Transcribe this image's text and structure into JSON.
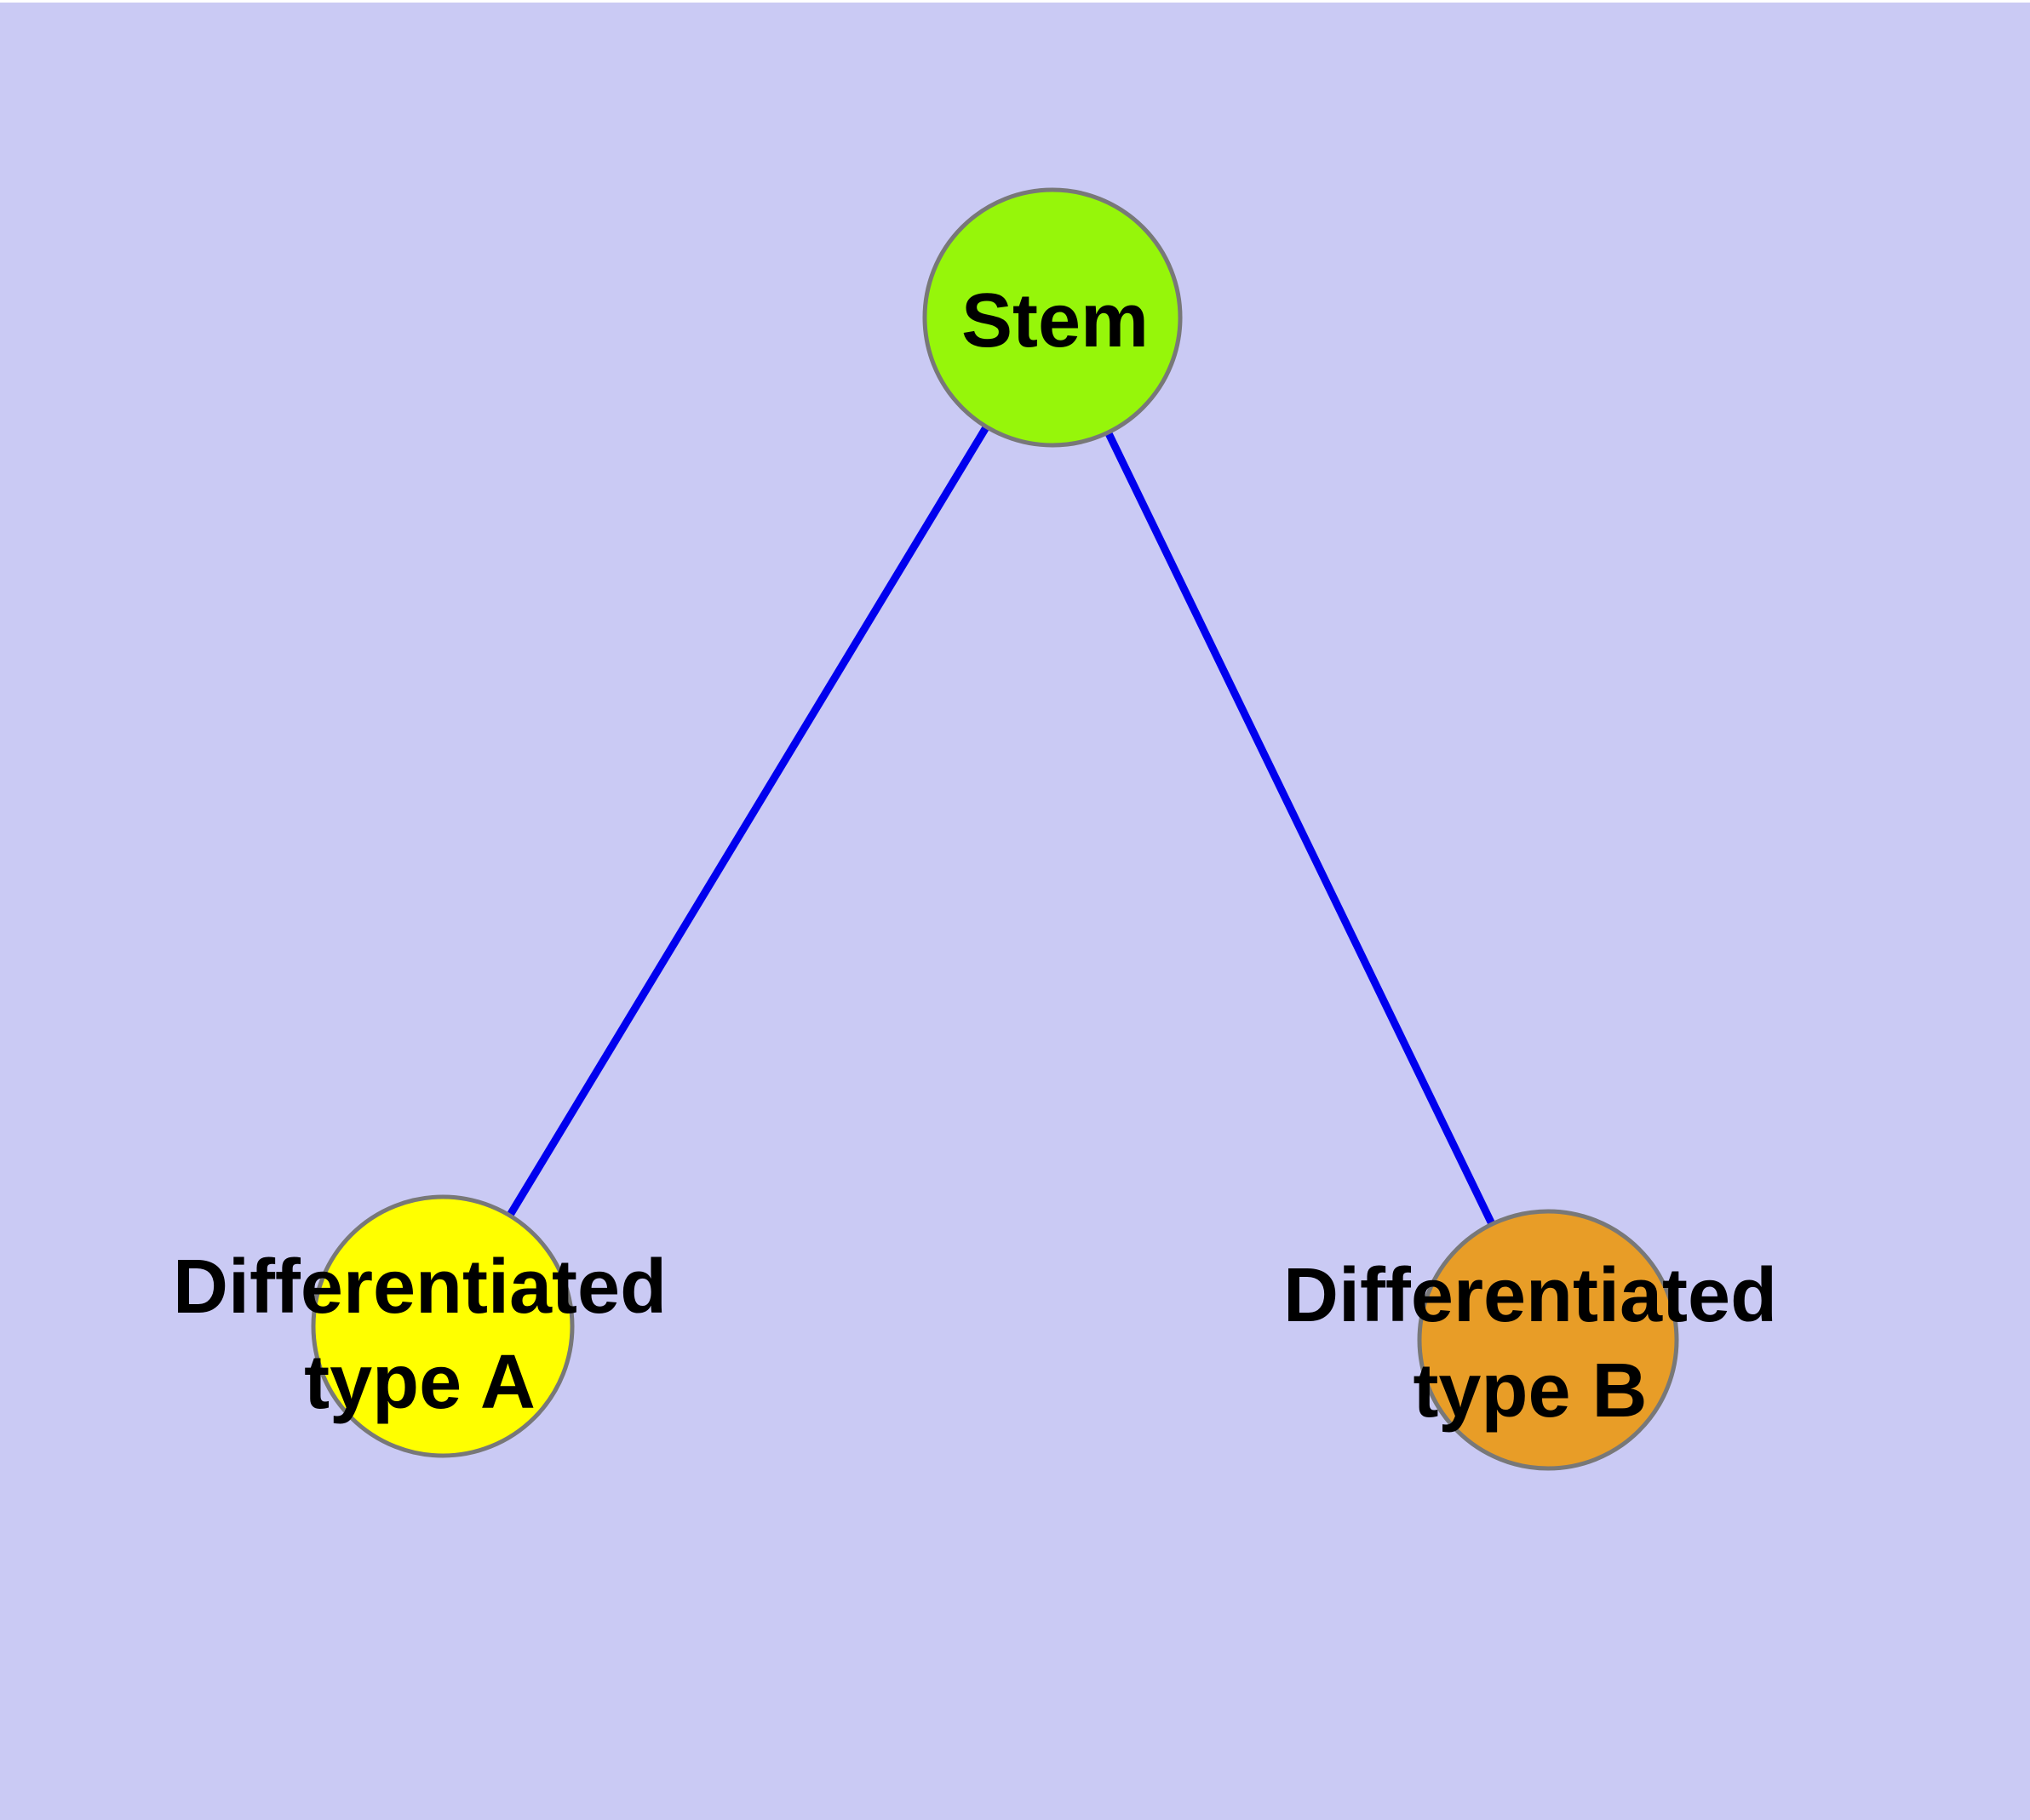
{
  "canvas": {
    "background_color": "#CACAF4",
    "top_strip_color": "#FFFFFF"
  },
  "graph": {
    "edge_color": "#0000EE",
    "node_border_color": "#787878",
    "label_color": "#000000",
    "nodes": {
      "stem": {
        "label": "Stem",
        "fill": "#96F60A"
      },
      "type_a": {
        "label_line1": "Differentiated",
        "label_line2": "type A",
        "fill": "#FFFF00"
      },
      "type_b": {
        "label_line1": "Differentiated",
        "label_line2": "type B",
        "fill": "#E89D27"
      }
    },
    "edges": [
      {
        "from": "Stem",
        "to": "Differentiated type A"
      },
      {
        "from": "Stem",
        "to": "Differentiated type B"
      }
    ]
  }
}
